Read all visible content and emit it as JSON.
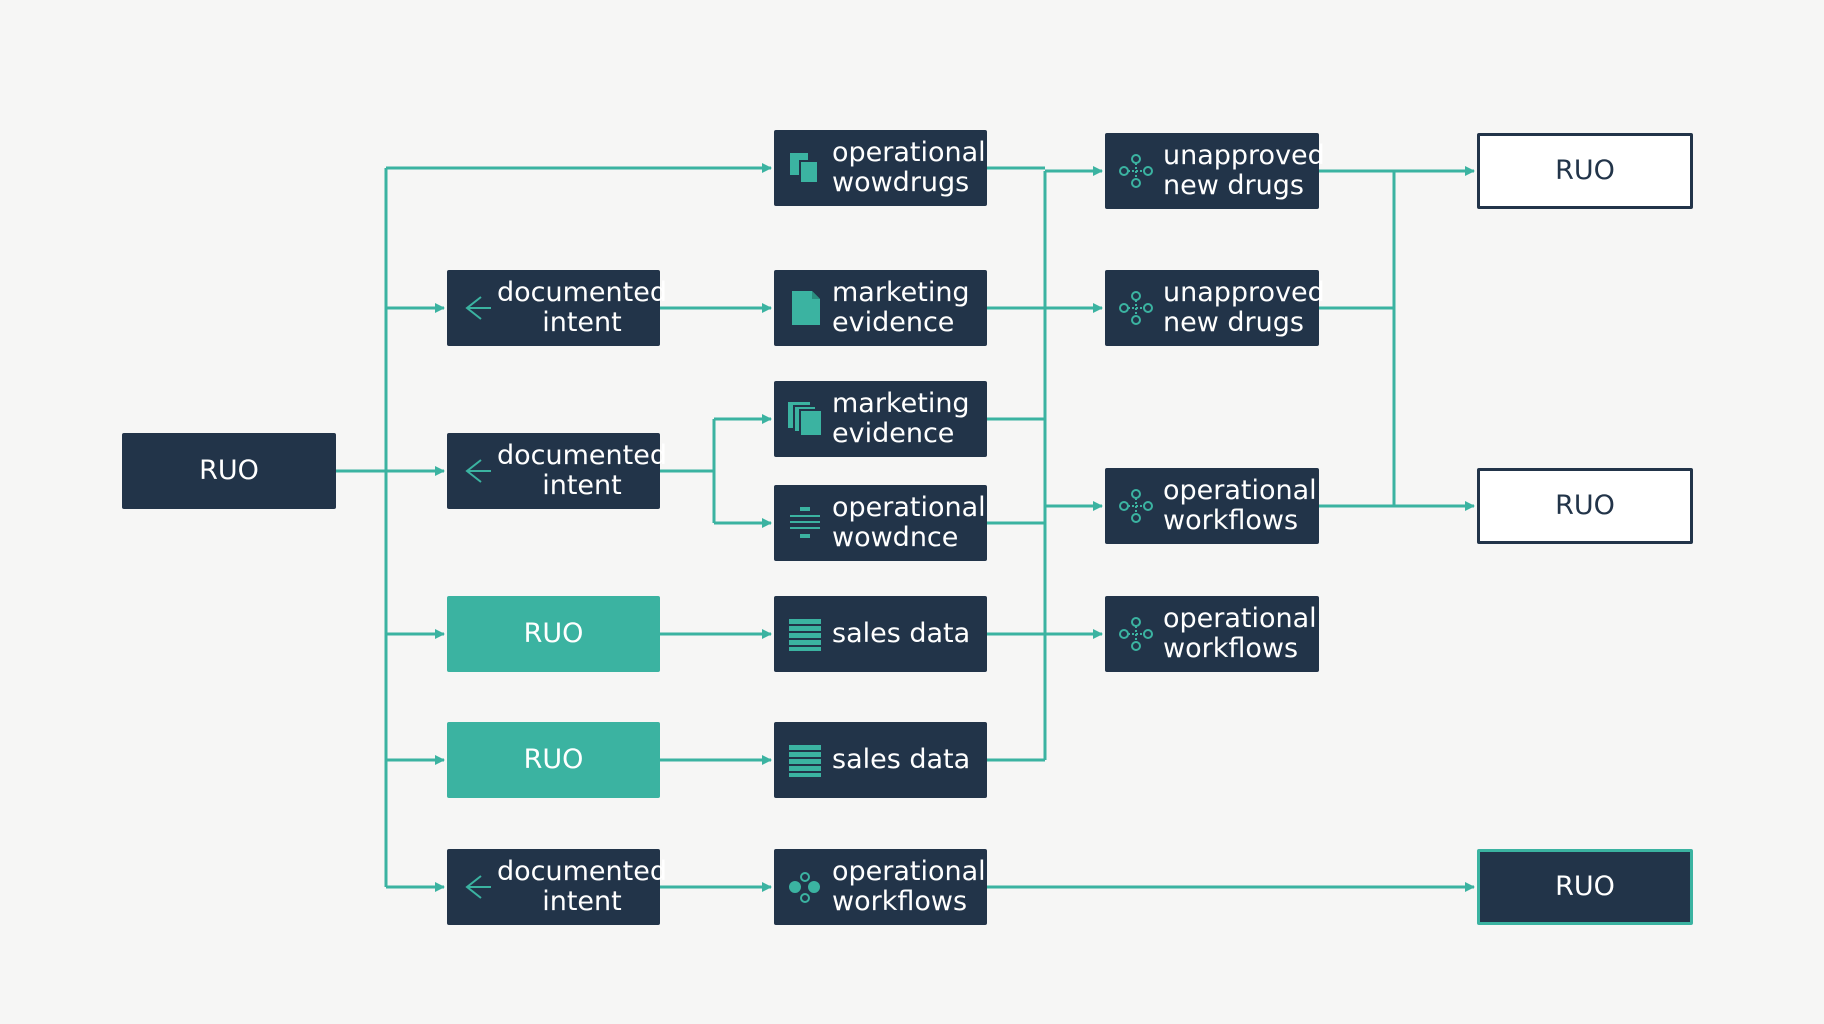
{
  "colors": {
    "dark": "#223449",
    "teal": "#3bb3a1",
    "background": "#f6f6f5"
  },
  "nodes": {
    "root": {
      "label": "RUO"
    },
    "col2": [
      {
        "label": "documented\nintent",
        "icon": "arrow-left-icon"
      },
      {
        "label": "documented\nintent",
        "icon": "arrow-left-icon"
      },
      {
        "label": "RUO"
      },
      {
        "label": "RUO"
      },
      {
        "label": "documented\nintent",
        "icon": "arrow-left-icon"
      }
    ],
    "col3": [
      {
        "label": "operational\nwowdrugs",
        "icon": "copy-icon"
      },
      {
        "label": "marketing\nevidence",
        "icon": "document-icon"
      },
      {
        "label": "marketing\nevidence",
        "icon": "stacked-pages-icon"
      },
      {
        "label": "operational\nwowdnce",
        "icon": "stacked-lines-icon"
      },
      {
        "label": "sales data",
        "icon": "list-icon"
      },
      {
        "label": "sales data",
        "icon": "list-icon"
      },
      {
        "label": "operational\nworkflows",
        "icon": "nodes-icon"
      }
    ],
    "col4": [
      {
        "label": "unapproved\nnew drugs",
        "icon": "network-icon"
      },
      {
        "label": "unapproved\nnew drugs",
        "icon": "network-icon"
      },
      {
        "label": "operational\nworkflows",
        "icon": "network-icon"
      },
      {
        "label": "operational\nworkflows",
        "icon": "network-icon"
      }
    ],
    "col5": [
      {
        "label": "RUO"
      },
      {
        "label": "RUO"
      },
      {
        "label": "RUO"
      }
    ]
  }
}
